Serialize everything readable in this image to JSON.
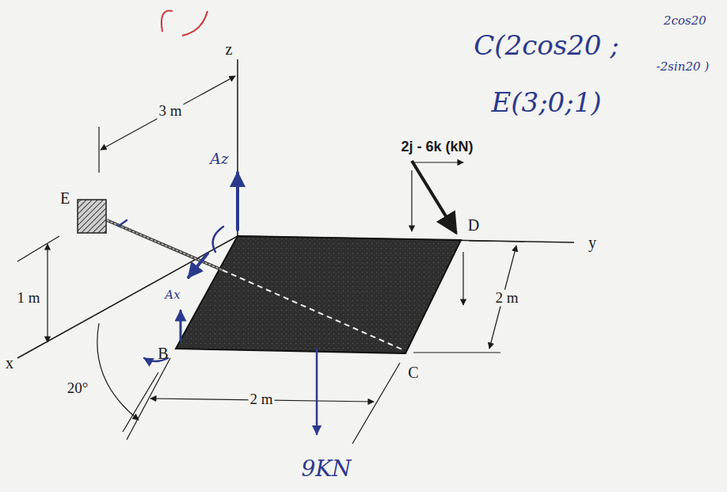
{
  "diagram": {
    "labels": [
      "C(2cos20 ;",
      "2cos20",
      "-2sin20 )",
      "E(3;0;1)",
      "z",
      "3 m",
      "Az",
      "2j - 6k (kN)",
      "E",
      "D",
      "y",
      "1 m",
      "Ax",
      "2 m",
      "x",
      "B",
      "C",
      "20°",
      "2 m",
      "9KN"
    ]
  }
}
